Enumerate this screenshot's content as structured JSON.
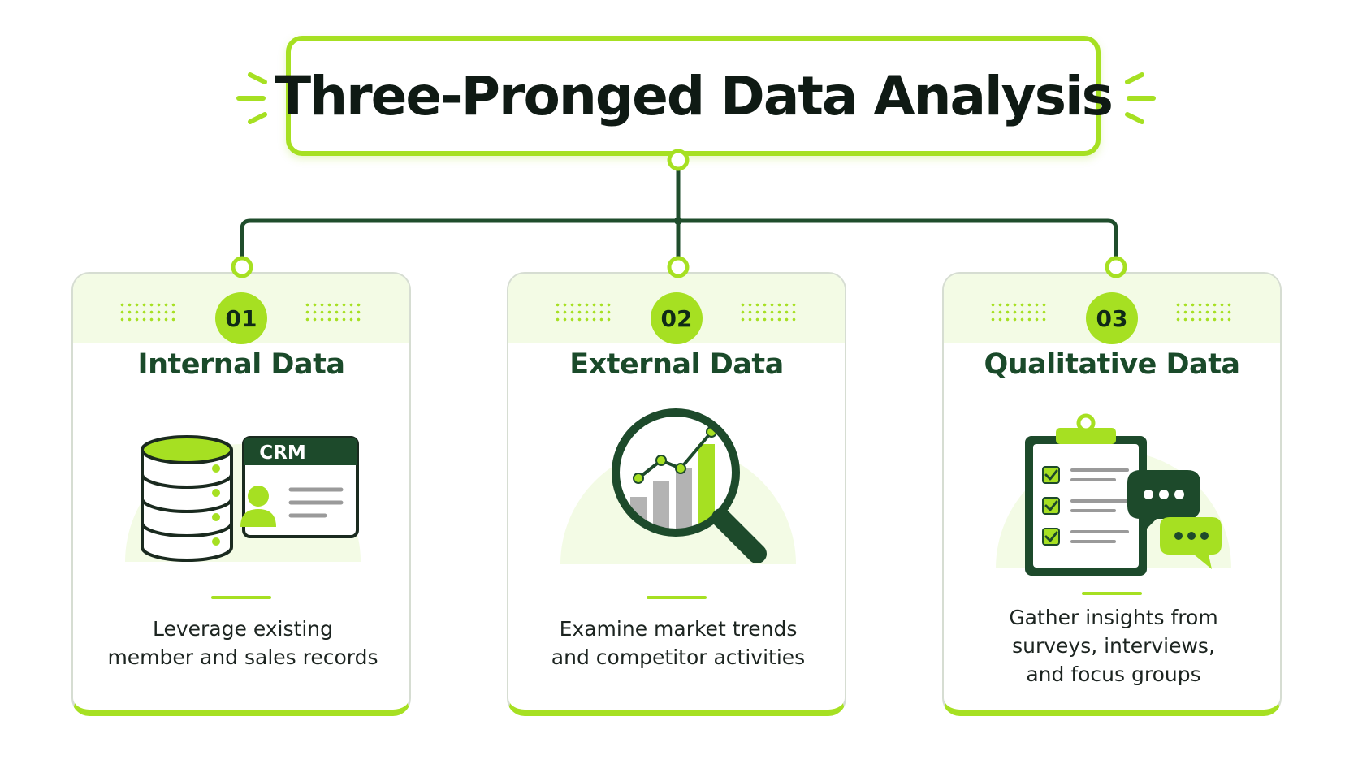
{
  "title": "Three-Pronged Data Analysis",
  "colors": {
    "accent": "#a6e022",
    "dark_green": "#1a4a2a",
    "connector": "#1f4d2c",
    "band": "#f3fbe5",
    "text": "#1c2420"
  },
  "prongs": [
    {
      "number": "01",
      "title": "Internal Data",
      "icon": "database-crm-icon",
      "icon_label": "CRM",
      "description": [
        "Leverage existing",
        "member and sales records"
      ]
    },
    {
      "number": "02",
      "title": "External Data",
      "icon": "magnifier-chart-icon",
      "description": [
        "Examine market trends",
        "and competitor activities"
      ]
    },
    {
      "number": "03",
      "title": "Qualitative Data",
      "icon": "clipboard-chat-icon",
      "description": [
        "Gather insights from",
        "surveys, interviews,",
        "and focus groups"
      ]
    }
  ]
}
